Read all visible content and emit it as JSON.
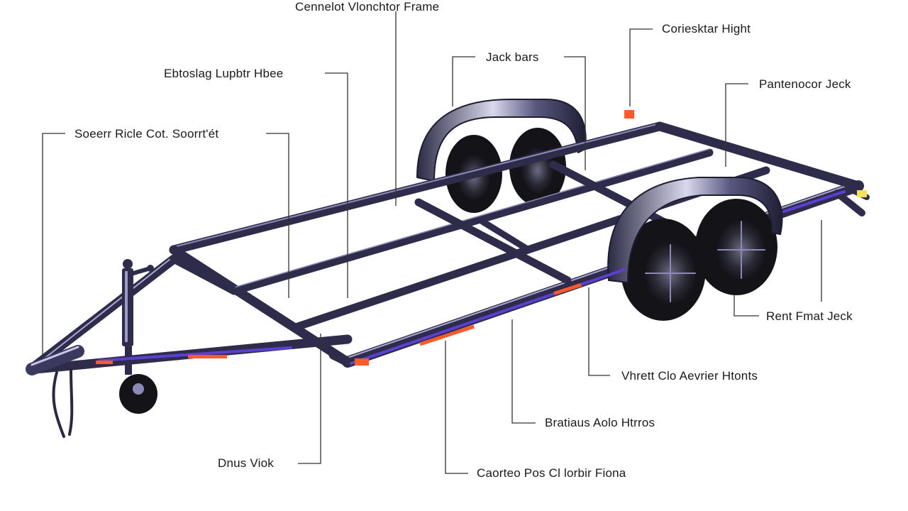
{
  "diagram": {
    "colors": {
      "frame": "#2e2c4a",
      "frame_highlight": "#8c89b8",
      "accent_stripe": "#5b3fd1",
      "reflector": "#ff5a2a",
      "tire": "#141418",
      "leader_line": "#333333"
    },
    "labels": {
      "top_center": "Cennelot Vlonchtor Frame",
      "jack_bars": "Jack bars",
      "corner_hight": "Coriesktar Hight",
      "entsing_lupbr": "Ebtoslag Lupbtr Hbee",
      "panteneor_jeck": "Pantenocor Jeck",
      "soeerr_ricle": "Soeerr Ricle Cot. Soorrt'ét",
      "rent_fmat_jeck": "Rent Fmat Jeck",
      "vhrett_clo": "Vhrett Clo Aevrier Htonts",
      "bratiaus_aolo": "Bratiaus Aolo Htrros",
      "dnus_viok": "Dnus Viok",
      "caorteo_pos": "Caorteo Pos Cl lorbir Fiona"
    }
  }
}
